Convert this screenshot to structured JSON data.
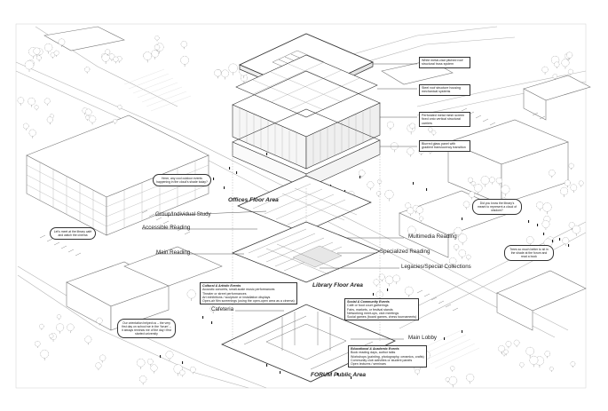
{
  "diagram": {
    "roof_callouts": [
      "White metal-clad pitched roof structural truss system",
      "Steel roof structure housing mechanical systems",
      "Perforated metal mesh screen fixed onto vertical structural carriers",
      "Blurred glass panel with gradient translucency transition"
    ],
    "floor_areas": {
      "offices": "Offices Floor Area",
      "library": "Library Floor Area",
      "forum": "FORUM Public Area"
    },
    "programs": {
      "group_study": "Group/Individual Study",
      "accessible_reading": "Accessible Reading",
      "main_reading": "Main Reading",
      "multimedia_reading": "Multimedia Reading",
      "specialized_reading": "Specialized Reading",
      "legacies": "Legacies/Special Collections",
      "cafeteria": "Cafeteria",
      "main_lobby": "Main Lobby"
    },
    "event_boxes": {
      "cultural": {
        "title": "Cultural & Artistic Events",
        "lines": [
          "Acoustic concerts, small-scale music performances",
          "Theater or street performances",
          "Art exhibitions / sculpture or installation displays",
          "Open-air film screenings (using the open-open area as a cinema)"
        ]
      },
      "social": {
        "title": "Social & Community Events",
        "lines": [
          "Café or food court gatherings",
          "Fairs, markets, or festival stands",
          "Networking meet-ups, club meetings",
          "Social games (board games, chess tournaments)"
        ]
      },
      "educational": {
        "title": "Educational & Academic Events",
        "lines": [
          "Book reading days, author talks",
          "Workshops (painting, photography, ceramics, crafts)",
          "Community club activities or student panels",
          "Open lectures / seminars"
        ]
      }
    },
    "bubbles": {
      "outdoor_events": "Hmm, any cool outdoor events happening in the cloud's shade today?",
      "meet_cafe": "Let's meet at the library café and watch the cinema",
      "cloud_meaning": "Did you know the library's meant to represent a cloud of wisdom?",
      "trees_sit": "Trees so much better to sit in the shade at the forum and read a book",
      "orientation": "Our orientation helped us – the very first day on school we in the 'forum' – it always reminds me of the day I first started university"
    },
    "colors": {
      "ink": "#1a1a1a",
      "line": "#555555",
      "light": "#bdbdbd",
      "tree": "#8c8c8c",
      "paper": "#ffffff"
    }
  }
}
